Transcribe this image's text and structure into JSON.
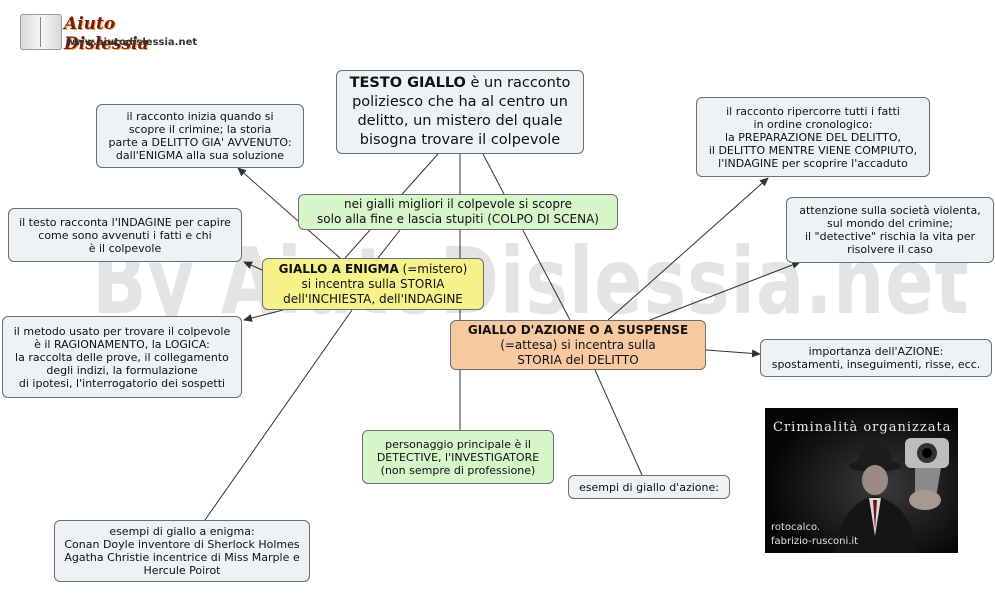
{
  "logo": {
    "title": "Aiuto Dislessia",
    "url": "www.aiutodislessia.net"
  },
  "watermark": "By AiutoDislessia.net",
  "colors": {
    "edge": "#333333",
    "node_bg": "#eef2f4",
    "enigma_bg": "#f6f28a",
    "azione_bg": "#f8c8a0",
    "green_bg": "#d6f5c8"
  },
  "nodes": {
    "center": {
      "bold": "TESTO GIALLO",
      "text": " è un racconto poliziesco che ha al centro un delitto, un mistero del quale bisogna trovare il colpevole"
    },
    "finale": {
      "text": "nei gialli migliori il colpevole si scopre\nsolo alla fine e lascia stupiti (COLPO DI SCENA)"
    },
    "enigma": {
      "bold": "GIALLO A ENIGMA",
      "text": " (=mistero)\nsi incentra sulla STORIA\ndell'INCHIESTA, dell'INDAGINE"
    },
    "azione": {
      "bold": "GIALLO D'AZIONE O A SUSPENSE",
      "text": "\n(=attesa) si incentra sulla\nSTORIA del DELITTO"
    },
    "enigma_inizio": {
      "text": "il racconto inizia quando si\nscopre il crimine; la storia\nparte a DELITTO GIA' AVVENUTO:\ndall'ENIGMA alla sua soluzione"
    },
    "enigma_indagine": {
      "text": "il testo racconta l'INDAGINE per capire\ncome sono avvenuti i fatti e chi\nè il colpevole"
    },
    "enigma_metodo": {
      "text": "il metodo usato per trovare il colpevole\nè il RAGIONAMENTO, la LOGICA:\nla raccolta delle prove, il collegamento\ndegli indizi, la formulazione\ndi ipotesi, l'interrogatorio dei sospetti"
    },
    "enigma_esempi": {
      "text": "esempi di giallo a enigma:\nConan Doyle inventore di Sherlock Holmes\nAgatha Christie incentrice di Miss Marple e\nHercule Poirot"
    },
    "detective": {
      "text": "personaggio principale è il\nDETECTIVE, l'INVESTIGATORE\n(non sempre di professione)"
    },
    "azione_cronologico": {
      "text": "il racconto ripercorre tutti i fatti\nin ordine cronologico:\nla PREPARAZIONE DEL DELITTO,\nil DELITTO MENTRE VIENE COMPIUTO,\nl'INDAGINE per scoprire l'accaduto"
    },
    "azione_societa": {
      "text": "attenzione sulla società violenta,\nsul mondo del crimine;\nil \"detective\" rischia la vita per\nrisolvere il caso"
    },
    "azione_importanza": {
      "text": "importanza dell'AZIONE:\nspostamenti, inseguimenti, risse, ecc."
    },
    "azione_esempi": {
      "text": "esempi di giallo d'azione:"
    }
  },
  "photo": {
    "title": "Criminalità organizzata",
    "caption1": "rotocalco.",
    "caption2": "fabrizio-rusconi.it"
  }
}
